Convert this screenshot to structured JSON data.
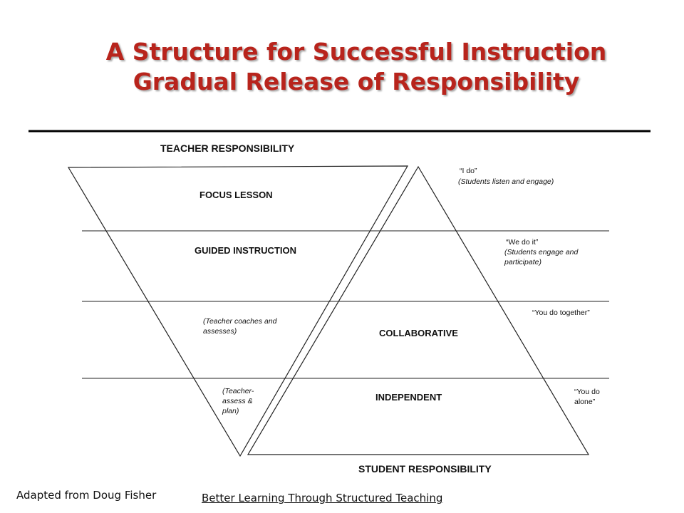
{
  "slide": {
    "title_line1": "A Structure for Successful Instruction",
    "title_line2": "Gradual Release of Responsibility"
  },
  "diagram": {
    "top_label": "TEACHER RESPONSIBILITY",
    "bottom_label": "STUDENT RESPONSIBILITY",
    "phases": {
      "focus": "FOCUS LESSON",
      "guided": "GUIDED INSTRUCTION",
      "collaborative": "COLLABORATIVE",
      "independent": "INDEPENDENT"
    },
    "teacher_notes": {
      "coaches": "(Teacher coaches and assesses)",
      "assess": "(Teacher- assess & plan)"
    },
    "student_notes": {
      "i_do_quote": "“I do”",
      "i_do_detail": "(Students listen and engage)",
      "we_do_quote": "“We do it”",
      "we_do_detail": "(Students engage and participate)",
      "together": "“You do together”",
      "alone": "“You do alone”"
    }
  },
  "footer": {
    "credit": "Adapted from Doug Fisher",
    "link_text": "Better Learning Through Structured Teaching"
  }
}
